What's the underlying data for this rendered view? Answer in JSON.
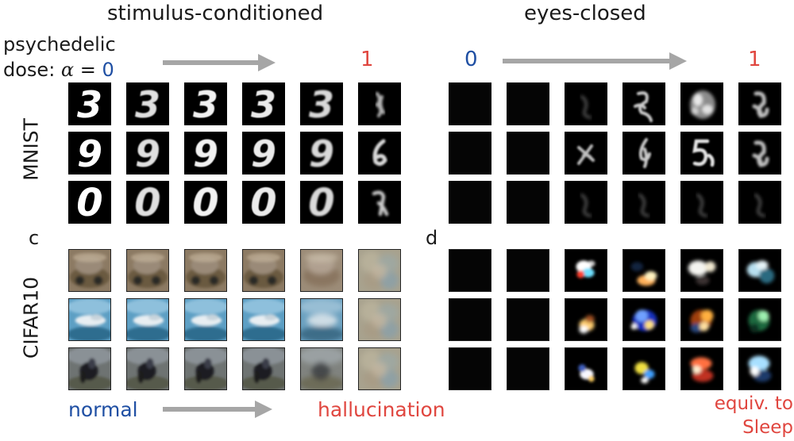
{
  "headers": {
    "left": "stimulus-conditioned",
    "right": "eyes-closed"
  },
  "dose": {
    "label_line1": "psychedelic",
    "label_line2": "dose:",
    "symbol": "α",
    "equals": " = "
  },
  "alpha_ticks": {
    "left_start": "0",
    "left_end": "1",
    "right_start": "0",
    "right_end": "1"
  },
  "row_labels": {
    "mnist": "MNIST",
    "cifar": "CIFAR10"
  },
  "panel_labels": {
    "c": "c",
    "d": "d"
  },
  "footer": {
    "normal": "normal",
    "hallucination": "hallucination",
    "sleep_line1": "equiv. to",
    "sleep_line2": "Sleep"
  },
  "colors": {
    "blue": "#1f4fa3",
    "red": "#e0463f",
    "arrow": "#a6a6a6"
  },
  "mnist_digits": [
    "3",
    "9",
    "0"
  ],
  "grids": {
    "stim_mnist": [
      [
        "d3",
        "d3",
        "d3",
        "d3",
        "d3",
        "fade"
      ],
      [
        "d9",
        "d9",
        "d9",
        "d9",
        "d9",
        "blob6"
      ],
      [
        "d0",
        "d0",
        "d0",
        "d0",
        "d0",
        "blob1"
      ]
    ],
    "eyes_mnist": [
      [
        "black",
        "black",
        "faint",
        "scrib",
        "dense",
        "blob"
      ],
      [
        "black",
        "black",
        "faintx",
        "scrib4",
        "five",
        "blob"
      ],
      [
        "black",
        "black",
        "faint",
        "faint",
        "faint",
        "faint"
      ]
    ],
    "stim_cifar": [
      [
        "truck",
        "truck",
        "truck",
        "truck",
        "truck2",
        "noise"
      ],
      [
        "plane",
        "plane",
        "plane",
        "plane",
        "plane2",
        "noise"
      ],
      [
        "horse",
        "horse",
        "horse",
        "horse",
        "horse2",
        "noise"
      ]
    ],
    "eyes_cifar": [
      [
        "black",
        "black",
        "burst",
        "orange",
        "white",
        "teal"
      ],
      [
        "black",
        "black",
        "ember",
        "bluecell",
        "fire",
        "green"
      ],
      [
        "black",
        "black",
        "spark",
        "yellow",
        "sunset",
        "sky"
      ]
    ]
  }
}
